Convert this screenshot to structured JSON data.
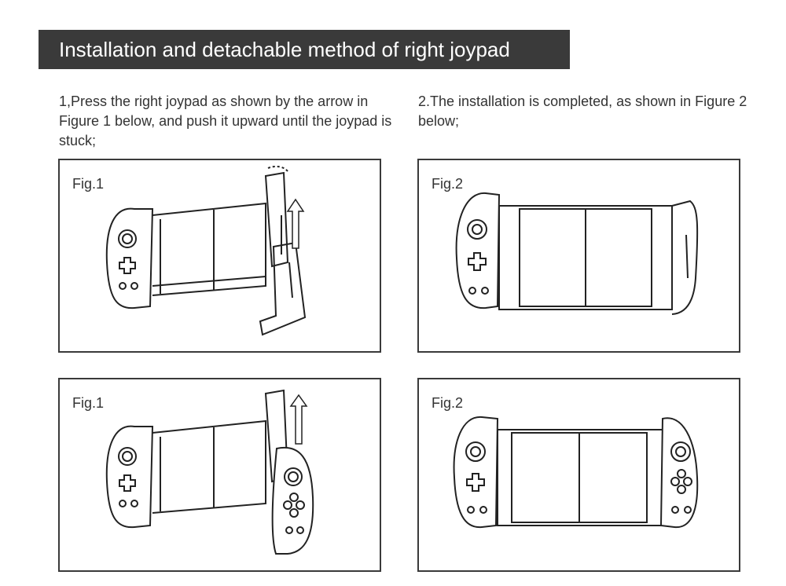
{
  "header": {
    "title": "Installation and detachable method of right joypad"
  },
  "instructions": {
    "step1": "1,Press the right joypad as shown by the arrow in Figure 1 below, and push it upward until the joypad is stuck;",
    "step2": "2.The installation is completed, as shown in Figure 2 below;"
  },
  "figures": [
    {
      "label": "Fig.1",
      "illustration": "controller-detached-right-joypad-push-up"
    },
    {
      "label": "Fig.2",
      "illustration": "controller-installed-joypad"
    },
    {
      "label": "Fig.1",
      "illustration": "controller-right-joypad-with-buttons-push-up"
    },
    {
      "label": "Fig.2",
      "illustration": "controller-fully-assembled"
    }
  ]
}
